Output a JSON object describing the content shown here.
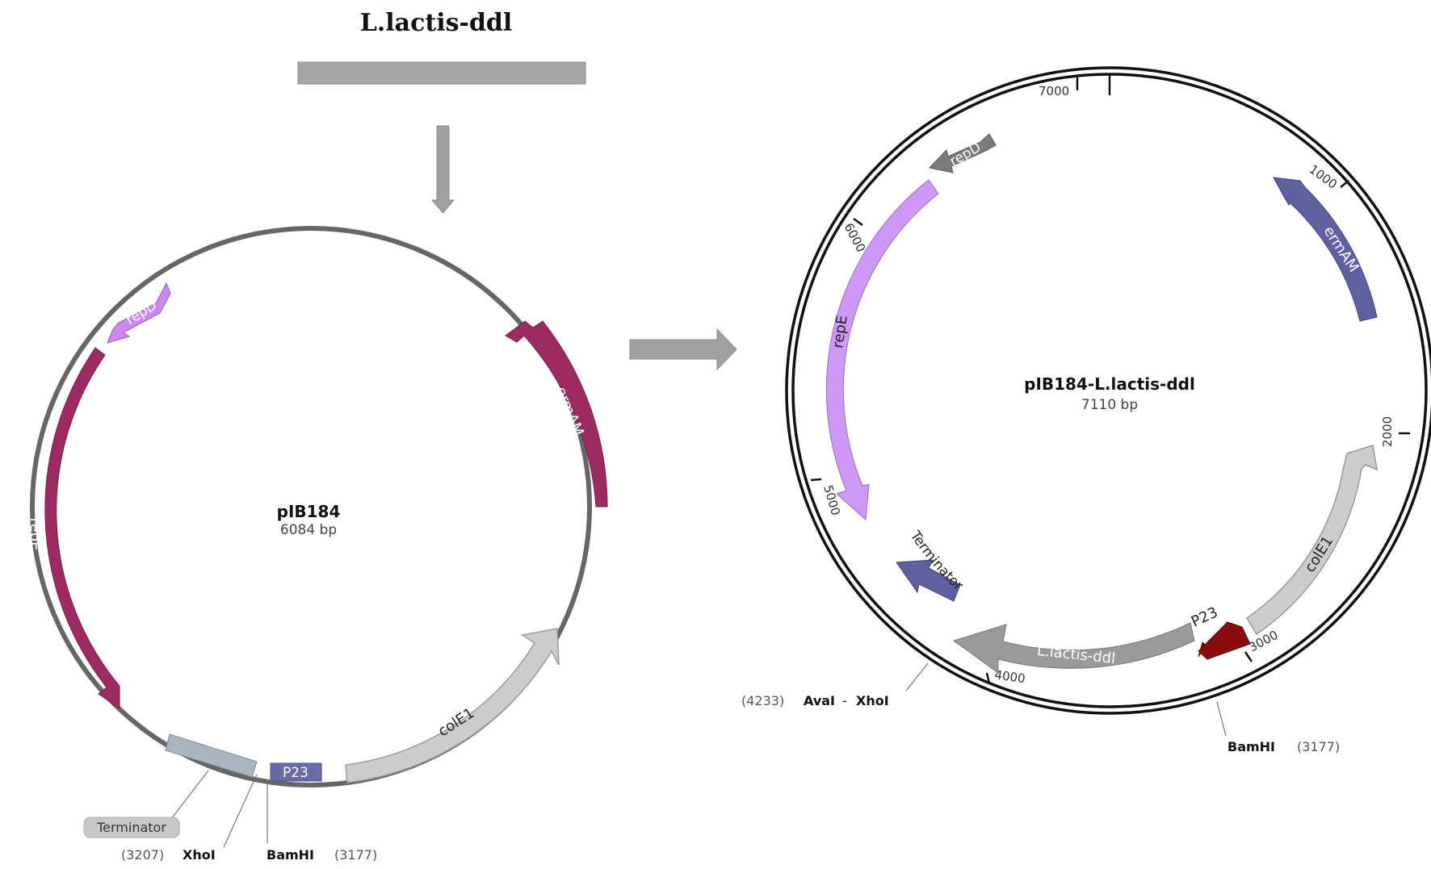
{
  "insert": {
    "title": "L.lactis-ddl",
    "bar_color": "#a6a6a6"
  },
  "left_map": {
    "name": "pIB184",
    "size": "6084 bp",
    "features": {
      "repD": "repD",
      "repE": "repE",
      "ermAM": "ermAM",
      "colE1": "colE1",
      "P23": "P23",
      "Terminator": "Terminator"
    },
    "sites": {
      "xhoI_pos": "(3207)",
      "xhoI_name": "XhoI",
      "bamHI_name": "BamHI",
      "bamHI_pos": "(3177)"
    }
  },
  "right_map": {
    "name": "pIB184-L.lactis-ddl",
    "size": "7110 bp",
    "features": {
      "repD": "repD",
      "repE": "repE",
      "ermAM": "ermAM",
      "colE1": "colE1",
      "P23": "P23",
      "Terminator": "Terminator",
      "insert": "L.lactis-ddl"
    },
    "ticks": {
      "t1000": "1000",
      "t2000": "2000",
      "t3000": "3000",
      "t4000": "4000",
      "t5000": "5000",
      "t6000": "6000",
      "t7000": "7000"
    },
    "sites": {
      "avaI_pos": "(4233)",
      "avaI_name": "AvaI",
      "separator": "-",
      "xhoI_name": "XhoI",
      "bamHI_name": "BamHI",
      "bamHI_pos": "(3177)"
    }
  },
  "colors": {
    "backbone": "#666666",
    "repD_left": "#cc88f0",
    "repE_left": "#9c2a63",
    "ermAM_left": "#9c2a63",
    "colE1": "#cccccc",
    "P23_left": "#6a6aa6",
    "terminator_left": "#a9b6c0",
    "repD_right": "#7a7a7a",
    "repE_right": "#cc99f5",
    "ermAM_right": "#6060a0",
    "terminator_right": "#6060a0",
    "insert_right": "#9a9a9a",
    "P23_right": "#8a0d0d",
    "flow_arrow": "#a0a0a0"
  }
}
